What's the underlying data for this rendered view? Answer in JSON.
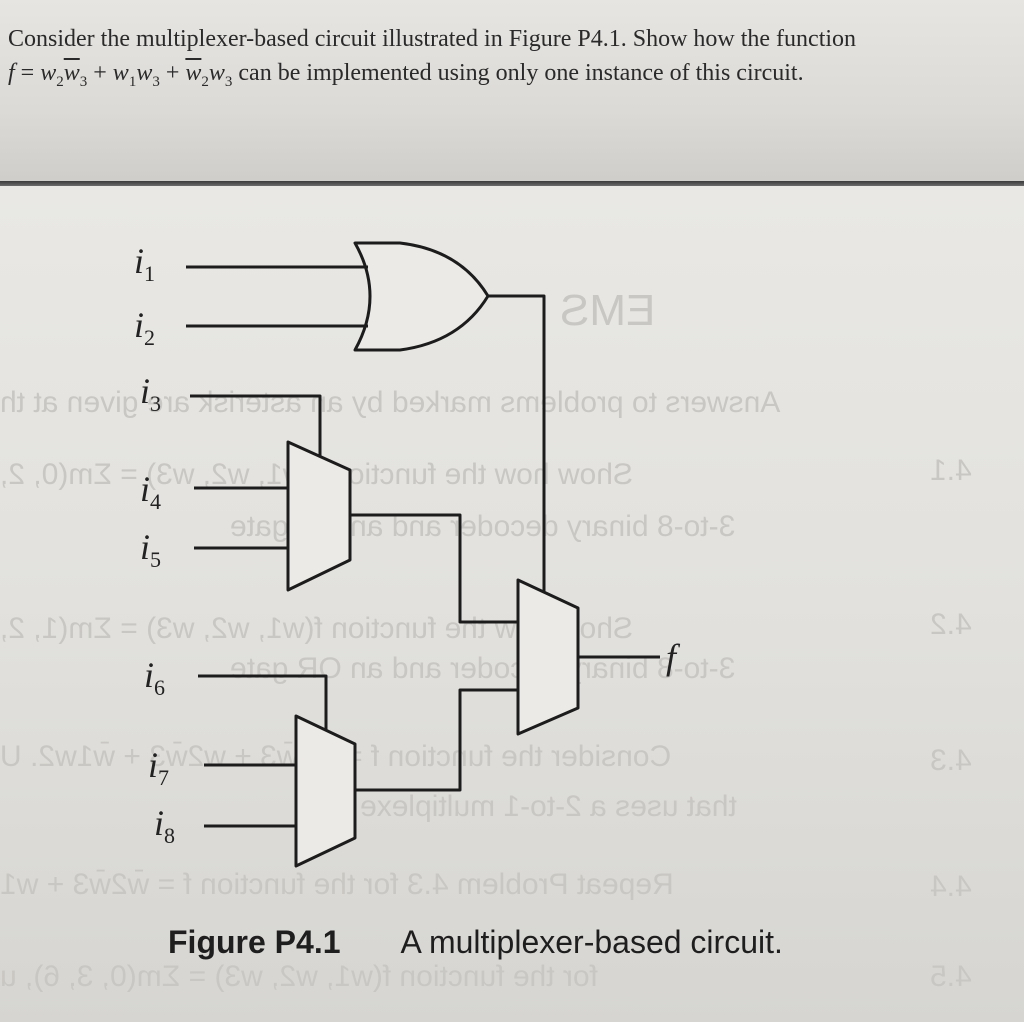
{
  "problem": {
    "line1": "Consider the multiplexer-based circuit illustrated in Figure P4.1. Show how the function",
    "line2_f": "f",
    "line2_eq": " = w",
    "line2_rest": "can be implemented using only one instance of this circuit."
  },
  "inputs": [
    "i1",
    "i2",
    "i3",
    "i4",
    "i5",
    "i6",
    "i7",
    "i8"
  ],
  "input_labels": [
    {
      "base": "i",
      "sub": "1"
    },
    {
      "base": "i",
      "sub": "2"
    },
    {
      "base": "i",
      "sub": "3"
    },
    {
      "base": "i",
      "sub": "4"
    },
    {
      "base": "i",
      "sub": "5"
    },
    {
      "base": "i",
      "sub": "6"
    },
    {
      "base": "i",
      "sub": "7"
    },
    {
      "base": "i",
      "sub": "8"
    }
  ],
  "output_label": "f",
  "caption": {
    "figure": "Figure P4.1",
    "text": "A multiplexer-based circuit."
  },
  "ghost_text": [
    "Answers to problems marked by an asterisk are given at th",
    "Show how the function f(w1, w2, w3) = Σm(0, 2,",
    "3-to-8 binary decoder and an OR gate",
    "Show how the function f(w1, w2, w3) = Σm(1, 2,",
    "3-to-8 binary decoder and an OR gate",
    "Consider the function f = w̄1w̄3 + w2w̄3 + w̄1w2. U",
    "that uses a 2-to-1 multiplexe",
    "Repeat Problem 4.3 for the function f = w̄2w̄3 + w1",
    "for the function f(w1, w2, w3) = Σm(0, 3, 6), u",
    "EMS",
    "4.1",
    "4.2",
    "4.3",
    "4.4",
    "4.5"
  ]
}
